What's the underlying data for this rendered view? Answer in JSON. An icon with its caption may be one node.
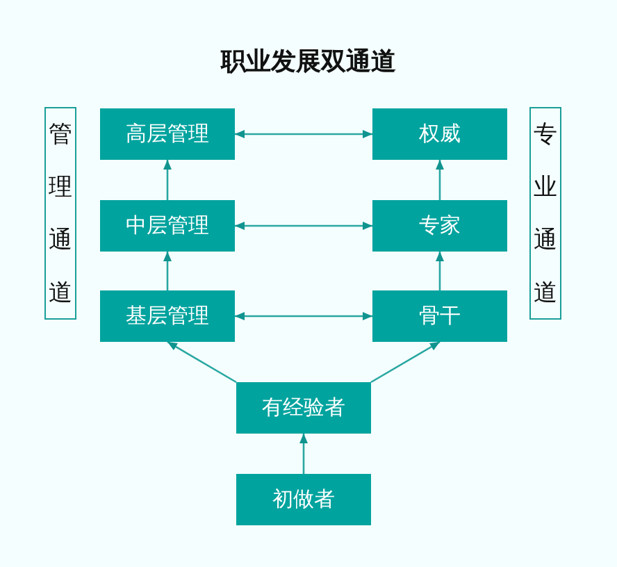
{
  "diagram": {
    "title": "职业发展双通道",
    "nodes": [
      {
        "text": [
          "管理通道"
        ]
      },
      {
        "text": [
          "高层管理"
        ]
      },
      {
        "text": [
          "权威"
        ]
      },
      {
        "text": [
          "专业通道"
        ]
      },
      {
        "text": [
          "中层管理"
        ]
      },
      {
        "text": [
          "专家"
        ]
      },
      {
        "text": [
          "基层管理"
        ]
      },
      {
        "text": [
          "骨干"
        ]
      },
      {
        "text": [
          "有经验者"
        ]
      },
      {
        "text": [
          "初做者"
        ]
      }
    ],
    "edges": [
      {
        "from": 1,
        "to": 2,
        "arrow": "both"
      },
      {
        "from": 4,
        "to": 5,
        "arrow": "both"
      },
      {
        "from": 6,
        "to": 7,
        "arrow": "both"
      },
      {
        "from": 4,
        "to": 1,
        "arrow": "to"
      },
      {
        "from": 5,
        "to": 2,
        "arrow": "to"
      },
      {
        "from": 6,
        "to": 4,
        "arrow": "to"
      },
      {
        "from": 7,
        "to": 5,
        "arrow": "to"
      },
      {
        "from": 8,
        "to": 6,
        "arrow": "to"
      },
      {
        "from": 8,
        "to": 7,
        "arrow": "to"
      },
      {
        "from": 9,
        "to": 8,
        "arrow": "to"
      }
    ]
  }
}
